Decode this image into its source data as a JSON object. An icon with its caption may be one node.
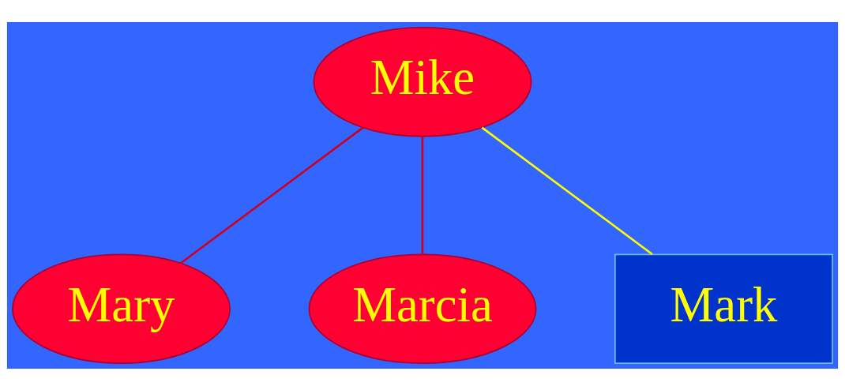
{
  "diagram": {
    "nodes": [
      {
        "text": [
          "Mike"
        ]
      },
      {
        "text": [
          "Mary"
        ]
      },
      {
        "text": [
          "Marcia"
        ]
      },
      {
        "text": [
          "Mark"
        ]
      }
    ],
    "edges": [
      {
        "from": 0,
        "to": 1,
        "arrow": "none"
      },
      {
        "from": 0,
        "to": 2,
        "arrow": "none"
      },
      {
        "from": 0,
        "to": 3,
        "arrow": "none",
        "color": "#ffff00"
      }
    ]
  }
}
